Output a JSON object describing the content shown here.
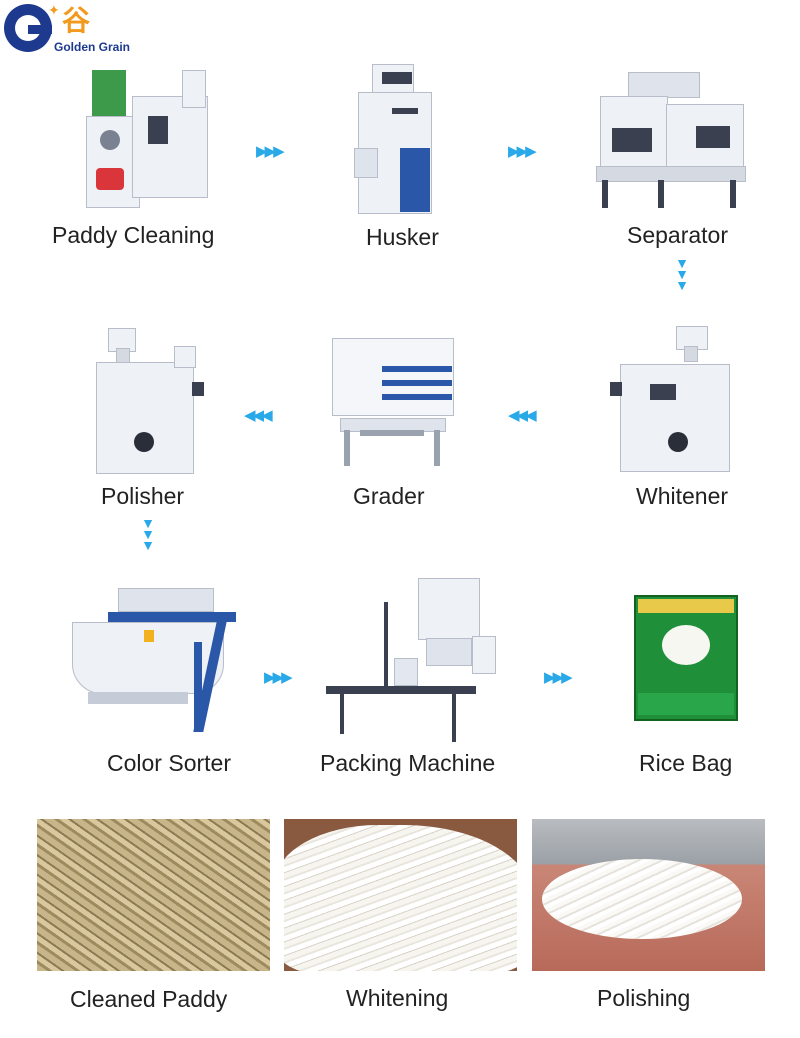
{
  "brand": {
    "mark": "谷",
    "name": "Golden Grain",
    "accent": "#2aa9e8",
    "brand_blue": "#1d3a8f",
    "brand_orange": "#f29a1d"
  },
  "steps": [
    {
      "label": "Paddy Cleaning",
      "icon": "paddy-cleaner-machine"
    },
    {
      "label": "Husker",
      "icon": "husker-machine"
    },
    {
      "label": "Separator",
      "icon": "separator-machine"
    },
    {
      "label": "Whitener",
      "icon": "whitener-machine"
    },
    {
      "label": "Grader",
      "icon": "grader-machine"
    },
    {
      "label": "Polisher",
      "icon": "polisher-machine"
    },
    {
      "label": "Color Sorter",
      "icon": "color-sorter-machine"
    },
    {
      "label": "Packing Machine",
      "icon": "packing-machine"
    },
    {
      "label": "Rice Bag",
      "icon": "rice-bag"
    }
  ],
  "stages": [
    {
      "label": "Cleaned Paddy"
    },
    {
      "label": "Whitening"
    },
    {
      "label": "Polishing"
    }
  ],
  "arrow_glyph": "▶▶▶"
}
